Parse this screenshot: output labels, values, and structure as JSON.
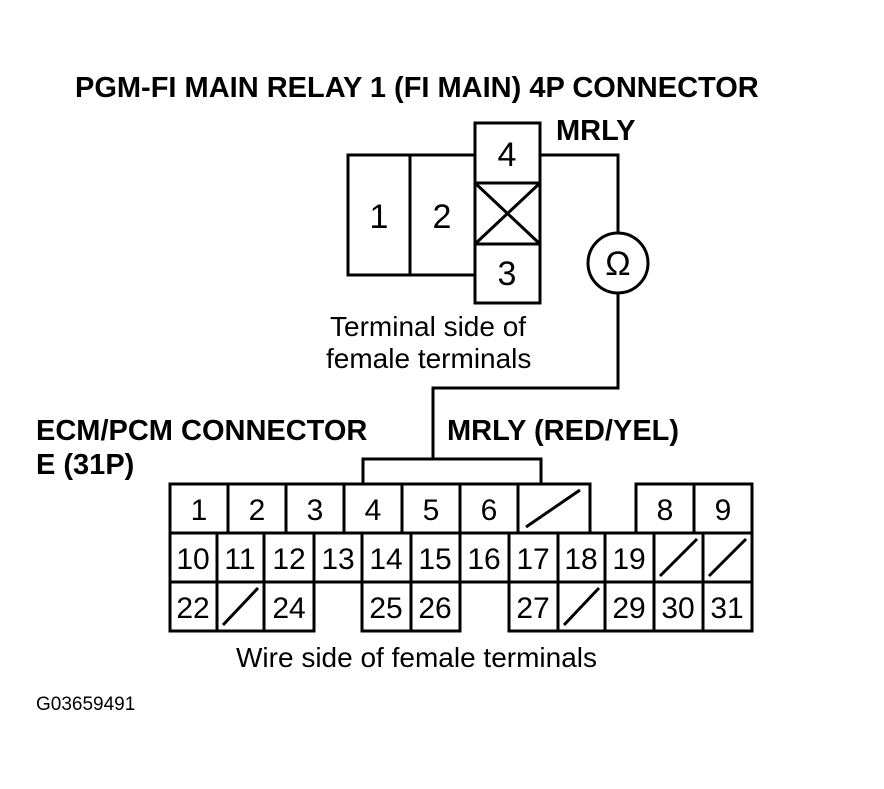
{
  "relay_connector": {
    "title": "PGM-FI MAIN RELAY 1 (FI MAIN) 4P CONNECTOR",
    "signal_label": "MRLY",
    "terminals": [
      "1",
      "2",
      "4",
      "3"
    ],
    "caption_line1": "Terminal side of",
    "caption_line2": "female terminals"
  },
  "meter": {
    "symbol": "Ω"
  },
  "ecm_connector": {
    "title_line1": "ECM/PCM CONNECTOR",
    "title_line2": "E (31P)",
    "wire_label": "MRLY (RED/YEL)",
    "row1": [
      "1",
      "2",
      "3",
      "4",
      "5",
      "6",
      "8",
      "9"
    ],
    "row2": [
      "10",
      "11",
      "12",
      "13",
      "14",
      "15",
      "16",
      "17",
      "18",
      "19"
    ],
    "row3": [
      "22",
      "24",
      "25",
      "26",
      "27",
      "29",
      "30",
      "31"
    ],
    "caption": "Wire side of female terminals"
  },
  "figure_id": "G03659491"
}
